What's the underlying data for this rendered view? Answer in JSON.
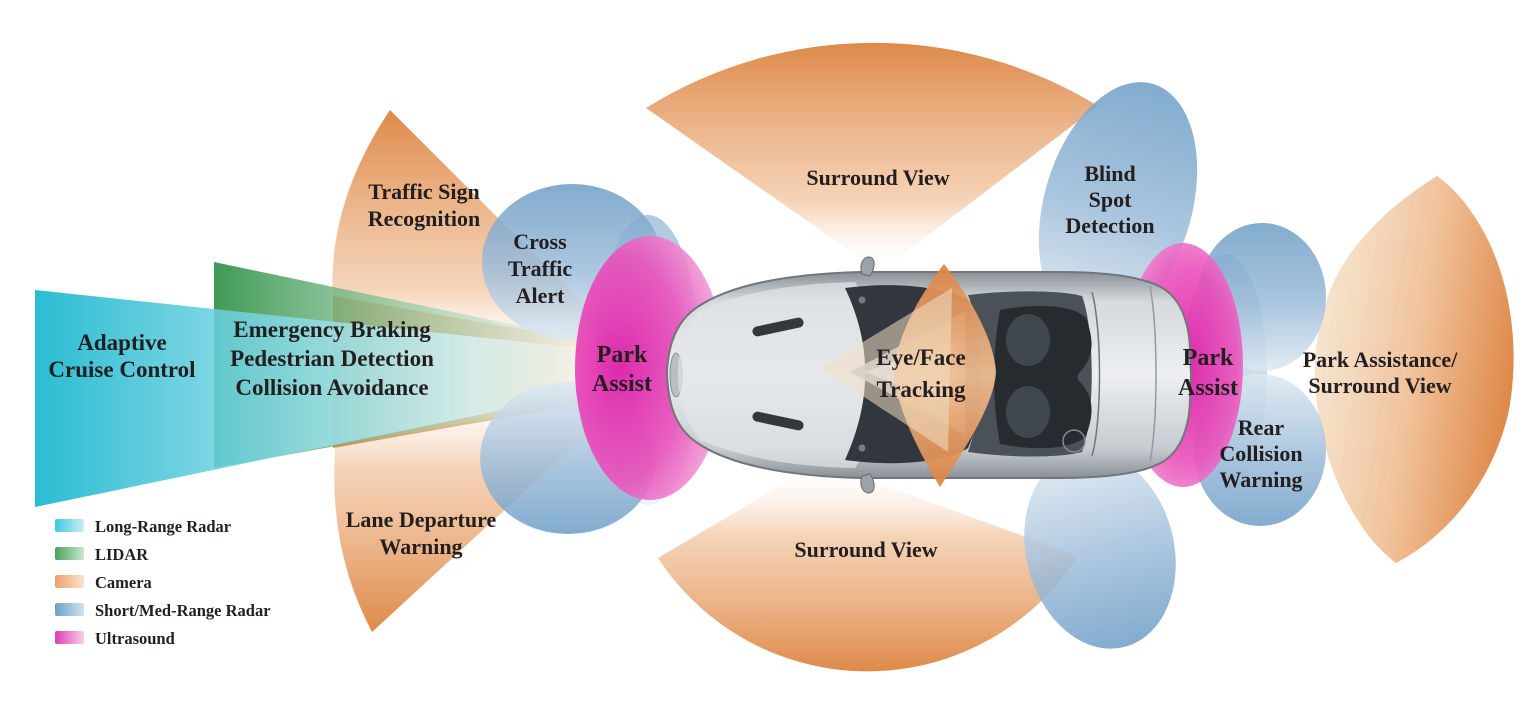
{
  "labels": {
    "adaptive_cruise": {
      "lines": [
        "Adaptive",
        "Cruise Control"
      ]
    },
    "emergency": {
      "lines": [
        "Emergency Braking",
        "Pedestrian Detection",
        "Collision Avoidance"
      ]
    },
    "traffic_sign": {
      "lines": [
        "Traffic Sign",
        "Recognition"
      ]
    },
    "cross_traffic": {
      "lines": [
        "Cross",
        "Traffic",
        "Alert"
      ]
    },
    "park_assist_front": {
      "lines": [
        "Park",
        "Assist"
      ]
    },
    "surround_top": {
      "lines": [
        "Surround View"
      ]
    },
    "blind_spot": {
      "lines": [
        "Blind",
        "Spot",
        "Detection"
      ]
    },
    "eye_face": {
      "lines": [
        "Eye/Face",
        "Tracking"
      ]
    },
    "park_assist_rear": {
      "lines": [
        "Park",
        "Assist"
      ]
    },
    "rear_collision": {
      "lines": [
        "Rear",
        "Collision",
        "Warning"
      ]
    },
    "park_assistance": {
      "lines": [
        "Park Assistance/",
        "Surround View"
      ]
    },
    "lane_departure": {
      "lines": [
        "Lane Departure",
        "Warning"
      ]
    },
    "surround_bottom": {
      "lines": [
        "Surround View"
      ]
    }
  },
  "legend": {
    "items": [
      {
        "label": "Long-Range Radar",
        "start": "#3FC9DC",
        "end": "#C9EEF5"
      },
      {
        "label": "LIDAR",
        "start": "#4BA35B",
        "end": "#CBE7D0"
      },
      {
        "label": "Camera",
        "start": "#EDA066",
        "end": "#FAE4D1"
      },
      {
        "label": "Short/Med-Range Radar",
        "start": "#6BA1C9",
        "end": "#D2E2EF"
      },
      {
        "label": "Ultrasound",
        "start": "#DC3FB1",
        "end": "#F7CFEA"
      }
    ]
  },
  "colors": {
    "long_range_radar_dark": "#18B6CE",
    "long_range_radar_light": "#D9F3F7",
    "lidar_dark": "#2F9147",
    "lidar_light": "#DFF0E3",
    "camera_dark": "#DD8340",
    "camera_mid": "#F0BE94",
    "camera_tint": "#F1DFC3",
    "radar_dark": "#6C9DC6",
    "radar_mid": "#9DBCD9",
    "radar_light": "#DDE8F2",
    "ultrasound_core": "#E018A5",
    "ultrasound_mid": "#EA52BB",
    "ultrasound_edge": "#F8CFEA",
    "text_color": "#231F20",
    "car_body_light": "#EDEFF1",
    "car_body_dark": "#8A9096",
    "car_glass_dark": "#31373D"
  }
}
